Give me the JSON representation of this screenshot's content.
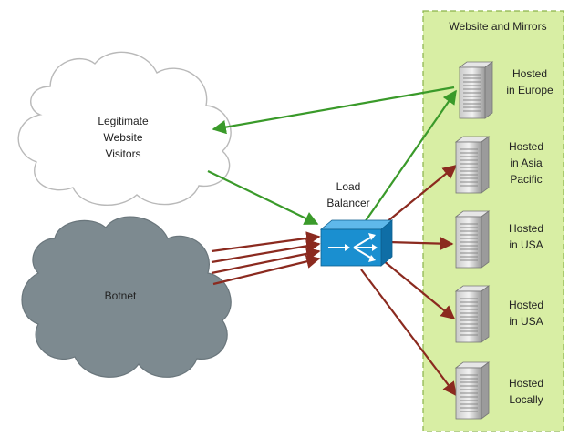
{
  "panel": {
    "title": "Website and Mirrors",
    "fill": "#d8eea4",
    "border": "#8ab34a"
  },
  "nodes": {
    "visitors": {
      "lines": [
        "Legitimate",
        "Website",
        "Visitors"
      ]
    },
    "botnet": {
      "label": "Botnet",
      "fill": "#7d8a90"
    },
    "load_balancer": {
      "lines": [
        "Load",
        "Balancer"
      ],
      "fill": "#1a8fd0"
    }
  },
  "servers": [
    {
      "id": "europe",
      "lines": [
        "Hosted",
        "in Europe"
      ]
    },
    {
      "id": "asia-pacific",
      "lines": [
        "Hosted",
        "in Asia",
        "Pacific"
      ]
    },
    {
      "id": "usa-1",
      "lines": [
        "Hosted",
        "in USA"
      ]
    },
    {
      "id": "usa-2",
      "lines": [
        "Hosted",
        "in USA"
      ]
    },
    {
      "id": "local",
      "lines": [
        "Hosted",
        "Locally"
      ]
    }
  ],
  "colors": {
    "legit_arrow": "#3a9a2a",
    "attack_arrow": "#8b2a1f"
  }
}
